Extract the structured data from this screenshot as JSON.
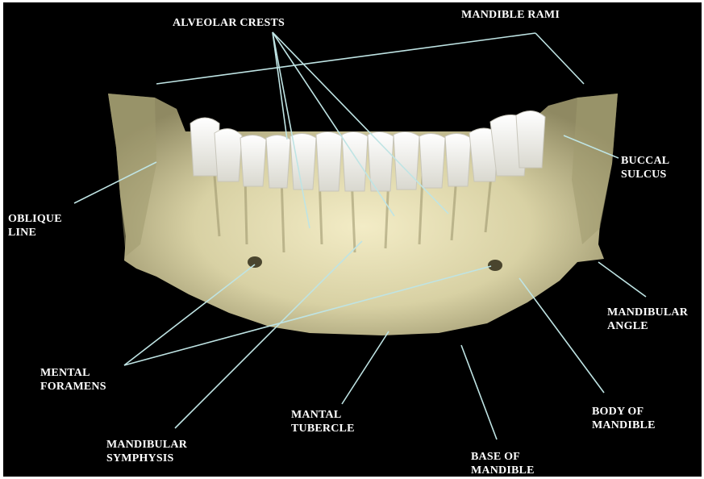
{
  "figure": {
    "subject": "mandible",
    "colors": {
      "background": "#000000",
      "bone": "#e6e0b8",
      "bone_shadow": "#8c8660",
      "teeth": "#f7f7f4",
      "text": "#ffffff",
      "leader_lines": "#bfe4e4"
    }
  },
  "labels": {
    "alveolar_crests": "ALVEOLAR CRESTS",
    "mandible_rami": "MANDIBLE RAMI",
    "buccal_sulcus": [
      "BUCCAL",
      "SULCUS"
    ],
    "oblique_line": [
      "OBLIQUE",
      "LINE"
    ],
    "mandibular_angle": [
      "MANDIBULAR",
      "ANGLE"
    ],
    "mental_foramens": [
      "MENTAL",
      "FORAMENS"
    ],
    "mantal_tubercle": [
      "MANTAL",
      "TUBERCLE"
    ],
    "body_of_mandible": [
      "BODY OF",
      "MANDIBLE"
    ],
    "mandibular_symphysis": [
      "MANDIBULAR",
      "SYMPHYSIS"
    ],
    "base_of_mandible": [
      "BASE OF",
      "MANDIBLE"
    ]
  }
}
